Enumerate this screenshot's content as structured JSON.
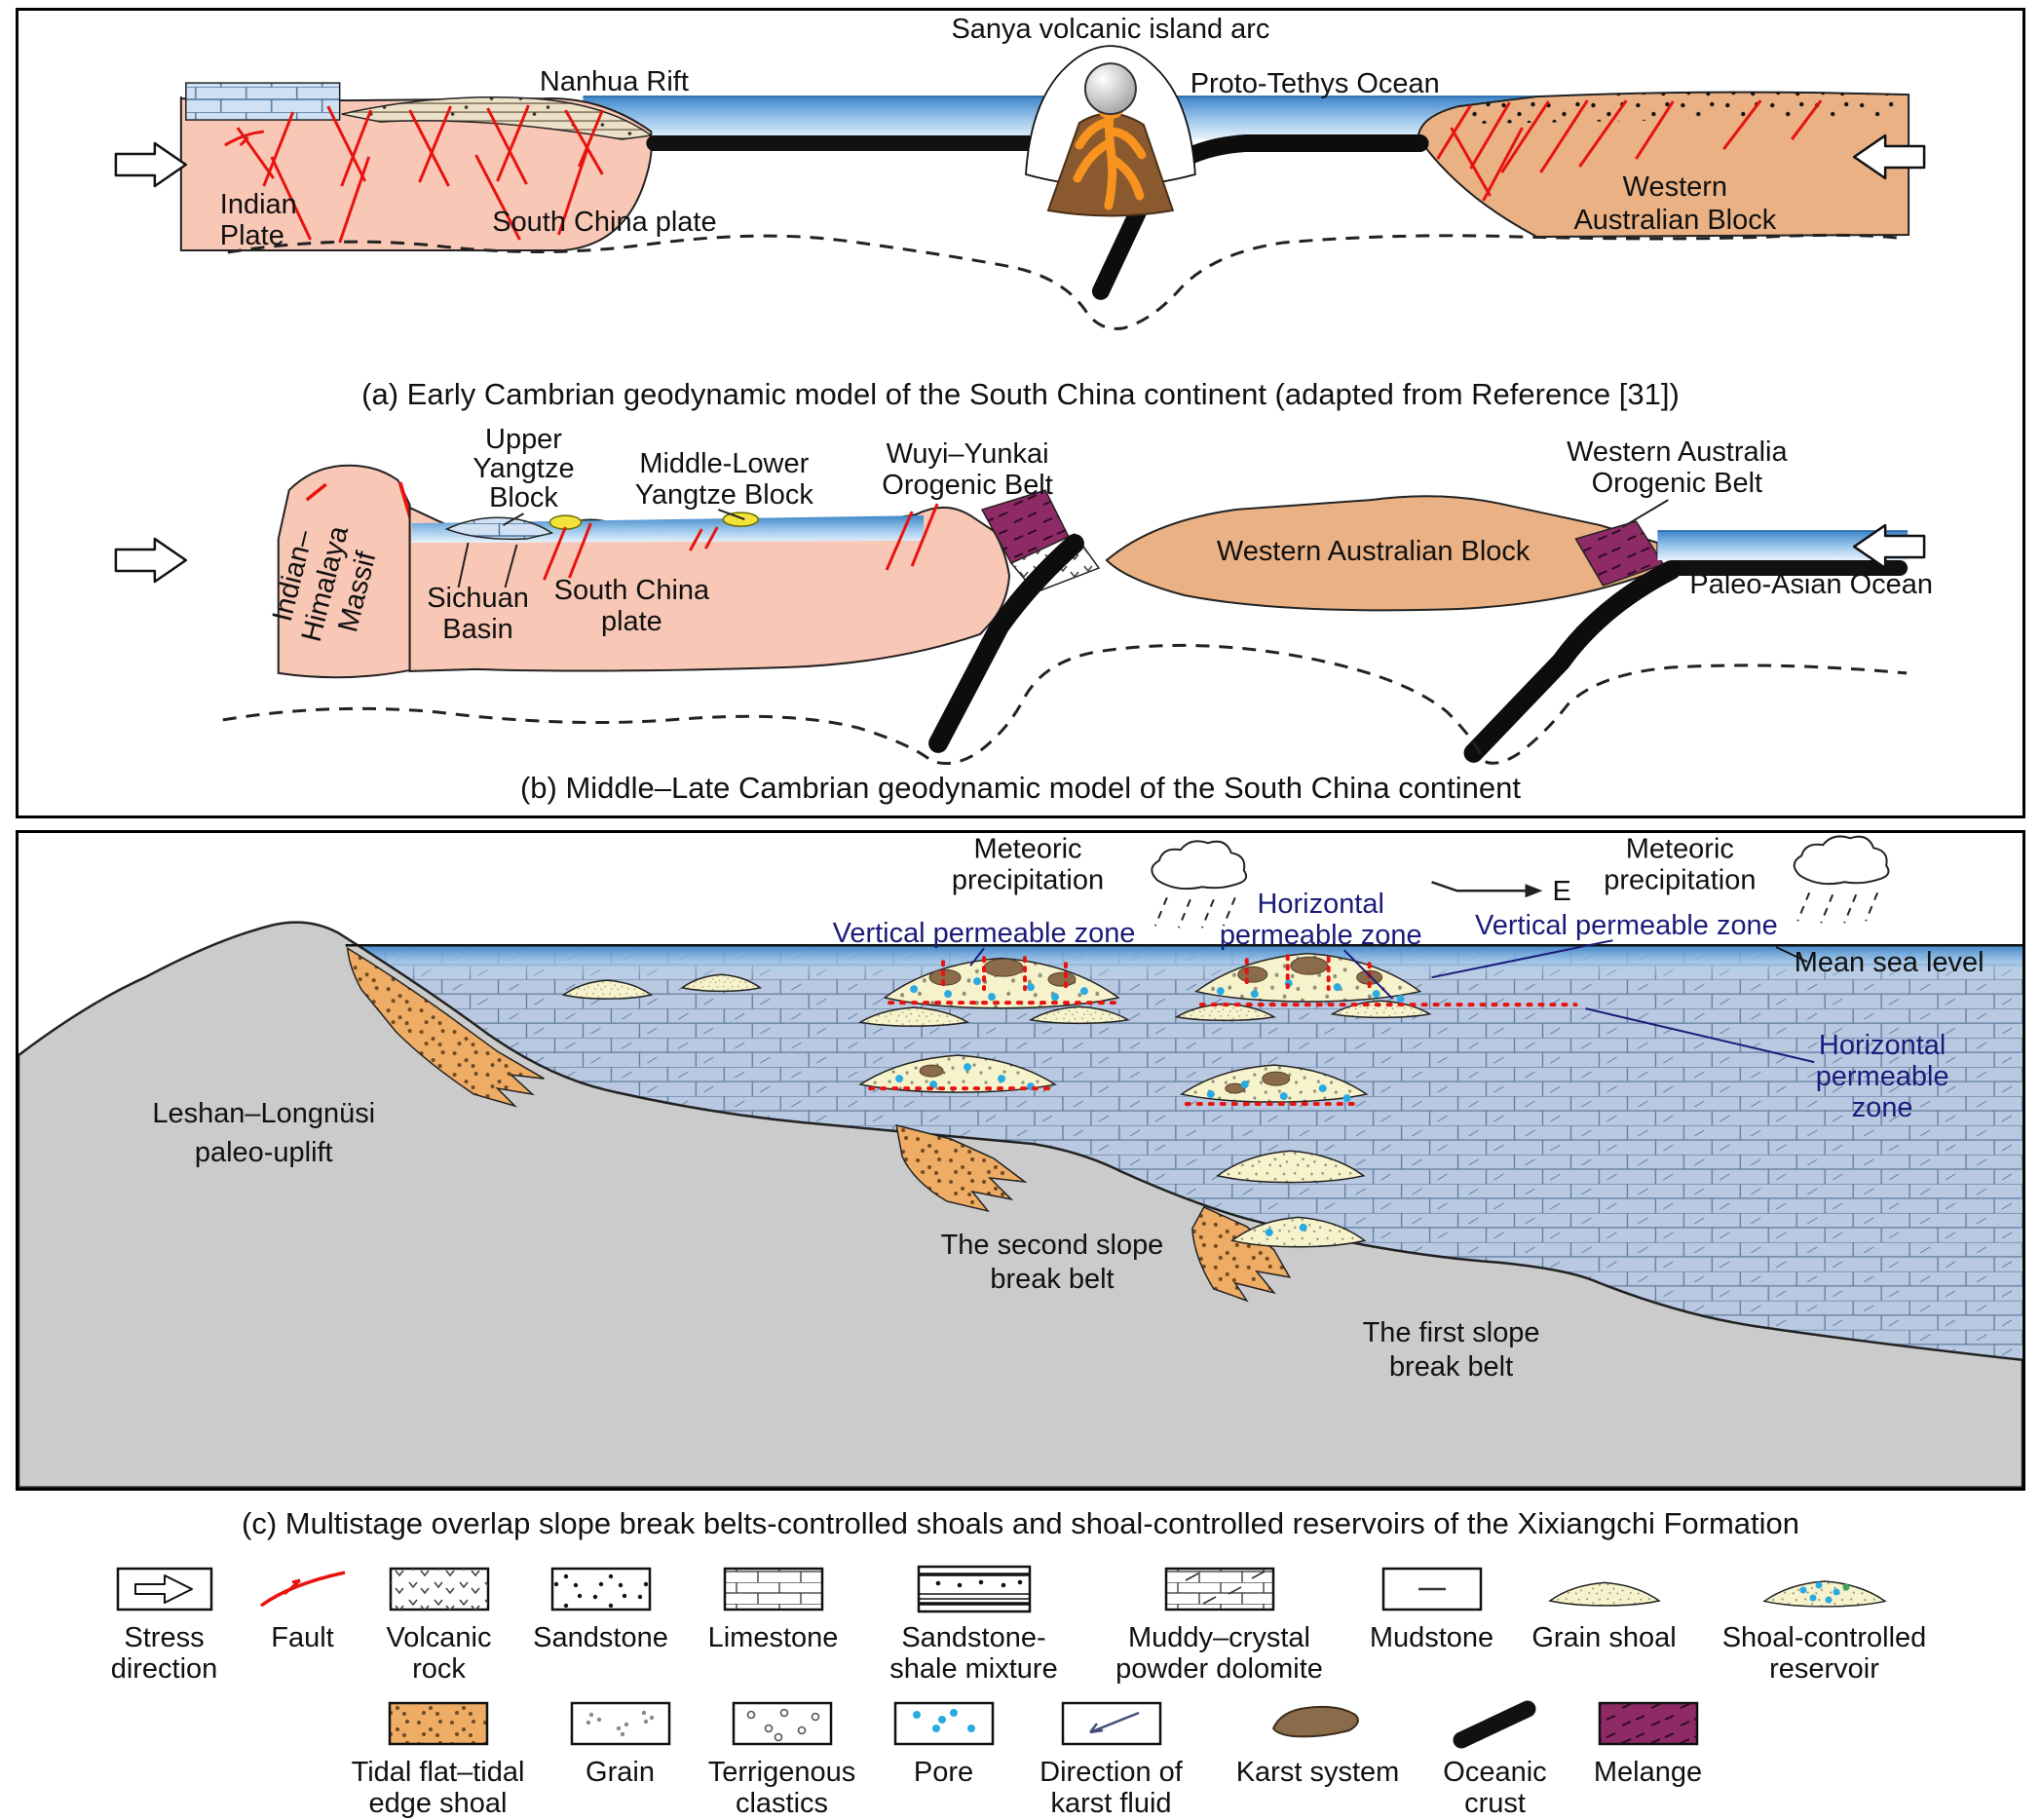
{
  "colors": {
    "fault_red": "#e8130f",
    "water_blue": "#3f86c9",
    "navy_label": "#1b1b7a",
    "melange_purple": "#8e2a66",
    "shoal_yellow": "#f6f2cb",
    "tidal_orange": "#eeac65",
    "oceanic_crust_black": "#111111",
    "plate_pink": "#f9c7b6",
    "block_tan": "#eab184",
    "uplift_gray": "#cbcbcb",
    "pore_blue": "#29abe2",
    "karst_brown": "#8a6b4a"
  },
  "panels": {
    "a": {
      "caption": "(a) Early Cambrian geodynamic model of the South China continent (adapted from Reference [31])",
      "labels": {
        "sanya_arc": "Sanya volcanic island arc",
        "nanhua_rift": "Nanhua Rift",
        "proto_tethys": "Proto-Tethys Ocean",
        "indian_plate": [
          "Indian",
          "Plate"
        ],
        "south_china_plate": "South China plate",
        "western_australian_block": [
          "Western",
          "Australian Block"
        ]
      }
    },
    "b": {
      "caption": "(b) Middle–Late Cambrian geodynamic model of the South China continent",
      "labels": {
        "upper_yangtze": [
          "Upper",
          "Yangtze",
          "Block"
        ],
        "middle_lower_yangtze": [
          "Middle-Lower",
          "Yangtze Block"
        ],
        "wuyi_yunkai": [
          "Wuyi–Yunkai",
          "Orogenic Belt"
        ],
        "western_australia_orogenic": [
          "Western Australia",
          "Orogenic Belt"
        ],
        "indian_himalaya": [
          "Indian–",
          "Himalaya",
          "Massif"
        ],
        "sichuan_basin": [
          "Sichuan",
          "Basin"
        ],
        "south_china_plate": [
          "South China",
          "plate"
        ],
        "western_australian_block": "Western Australian Block",
        "paleo_asian_ocean": "Paleo-Asian Ocean"
      }
    },
    "c": {
      "caption": "(c) Multistage overlap slope break belts-controlled shoals and shoal-controlled reservoirs of the Xixiangchi Formation",
      "labels": {
        "meteoric_left": [
          "Meteoric",
          "precipitation"
        ],
        "meteoric_right": [
          "Meteoric",
          "precipitation"
        ],
        "east_marker": "E",
        "horizontal_permeable_top": [
          "Horizontal",
          "permeable zone"
        ],
        "vertical_permeable_left": "Vertical permeable zone",
        "vertical_permeable_right": "Vertical permeable zone",
        "mean_sea_level": "Mean sea level",
        "horizontal_permeable_right": [
          "Horizontal",
          "permeable",
          "zone"
        ],
        "leshan_uplift": [
          "Leshan–Longnüsi",
          "paleo-uplift"
        ],
        "second_slope_break": [
          "The second slope",
          "break belt"
        ],
        "first_slope_break": [
          "The first slope",
          "break belt"
        ]
      }
    }
  },
  "legend": {
    "row1": [
      {
        "label": "Stress direction",
        "symbol": "stress-direction"
      },
      {
        "label": "Fault",
        "symbol": "fault"
      },
      {
        "label": "Volcanic rock",
        "symbol": "volcanic-rock"
      },
      {
        "label": "Sandstone",
        "symbol": "sandstone"
      },
      {
        "label": "Limestone",
        "symbol": "limestone"
      },
      {
        "label": "Sandstone-shale mixture",
        "symbol": "sandstone-shale-mixture"
      },
      {
        "label": "Muddy–crystal powder dolomite",
        "symbol": "muddy-crystal-powder-dolomite"
      },
      {
        "label": "Mudstone",
        "symbol": "mudstone"
      },
      {
        "label": "Grain shoal",
        "symbol": "grain-shoal"
      },
      {
        "label": "Shoal-controlled reservoir",
        "symbol": "shoal-controlled-reservoir"
      }
    ],
    "row2": [
      {
        "label": "Tidal flat–tidal edge shoal",
        "symbol": "tidal-flat-tidal-edge-shoal"
      },
      {
        "label": "Grain",
        "symbol": "grain"
      },
      {
        "label": "Terrigenous clastics",
        "symbol": "terrigenous-clastics"
      },
      {
        "label": "Pore",
        "symbol": "pore"
      },
      {
        "label": "Direction of karst fluid",
        "symbol": "direction-of-karst-fluid"
      },
      {
        "label": "Karst system",
        "symbol": "karst-system"
      },
      {
        "label": "Oceanic crust",
        "symbol": "oceanic-crust"
      },
      {
        "label": "Melange",
        "symbol": "melange"
      }
    ]
  }
}
